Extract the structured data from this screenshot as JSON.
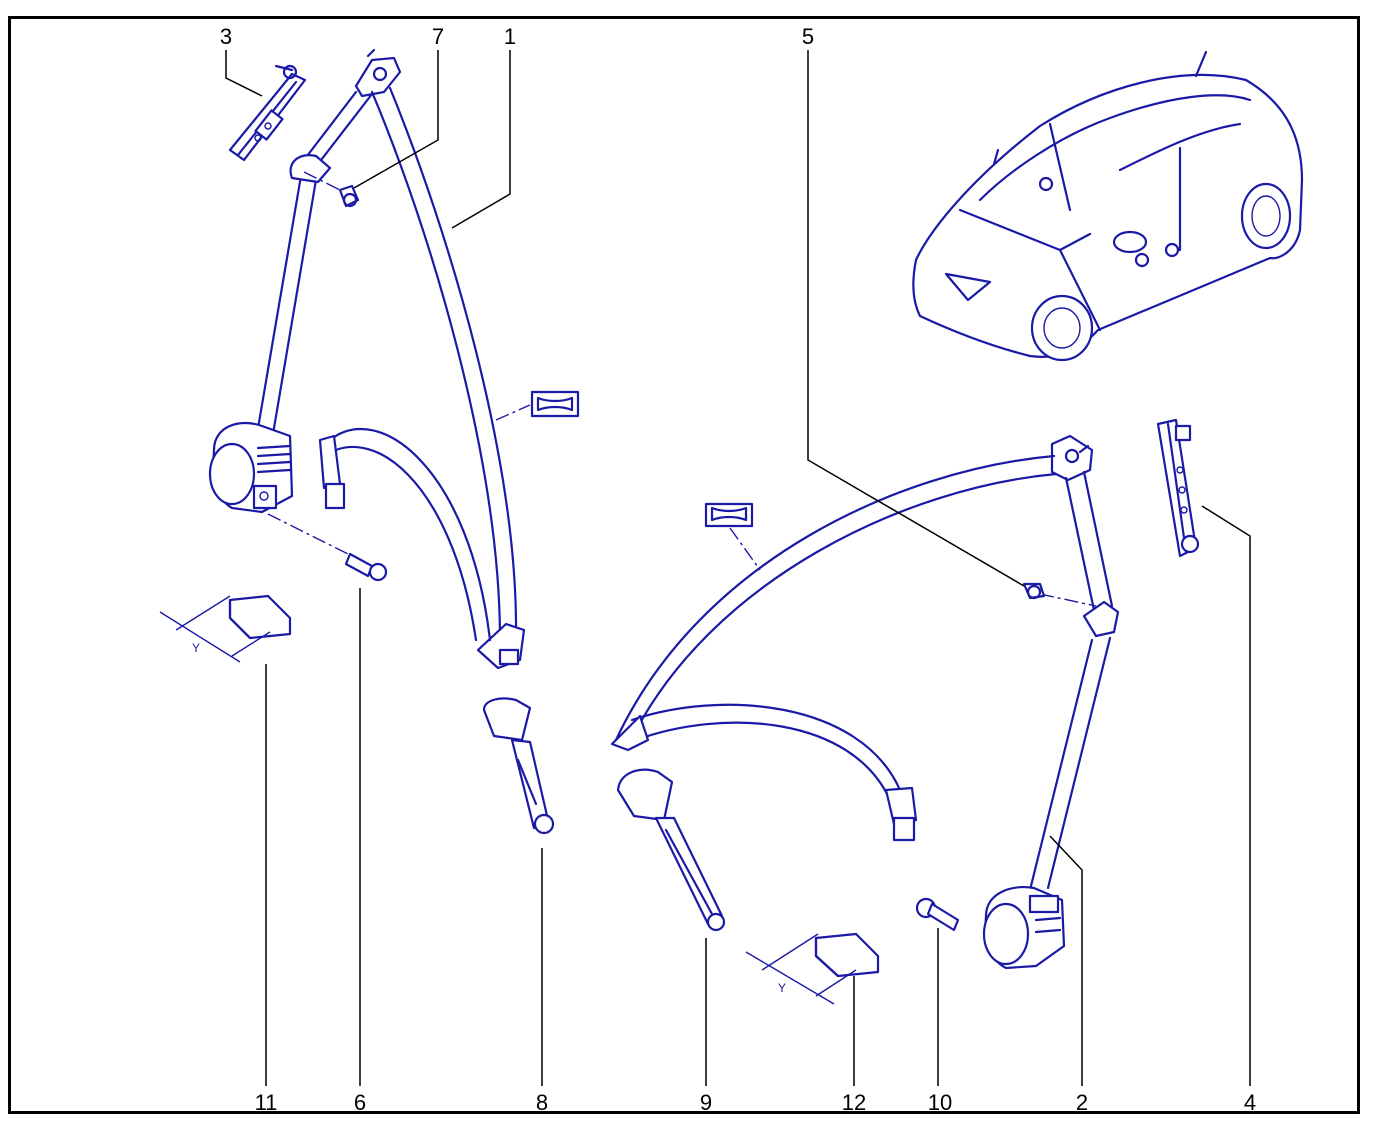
{
  "callouts": {
    "c1": "1",
    "c2": "2",
    "c3": "3",
    "c4": "4",
    "c5": "5",
    "c6": "6",
    "c7": "7",
    "c8": "8",
    "c9": "9",
    "c10": "10",
    "c11": "11",
    "c12": "12"
  },
  "dimension_labels": {
    "y_left": "Y",
    "y_right": "Y"
  },
  "colors": {
    "ink": "#1a1aa6",
    "frame": "#000000",
    "background": "#ffffff"
  },
  "icons": [
    "height-adjuster-icon",
    "seat-belt-assembly-icon",
    "buckle-icon",
    "bolt-icon",
    "retractor-icon",
    "car-overview-icon",
    "protection-pad-icon",
    "tape-label-icon"
  ]
}
